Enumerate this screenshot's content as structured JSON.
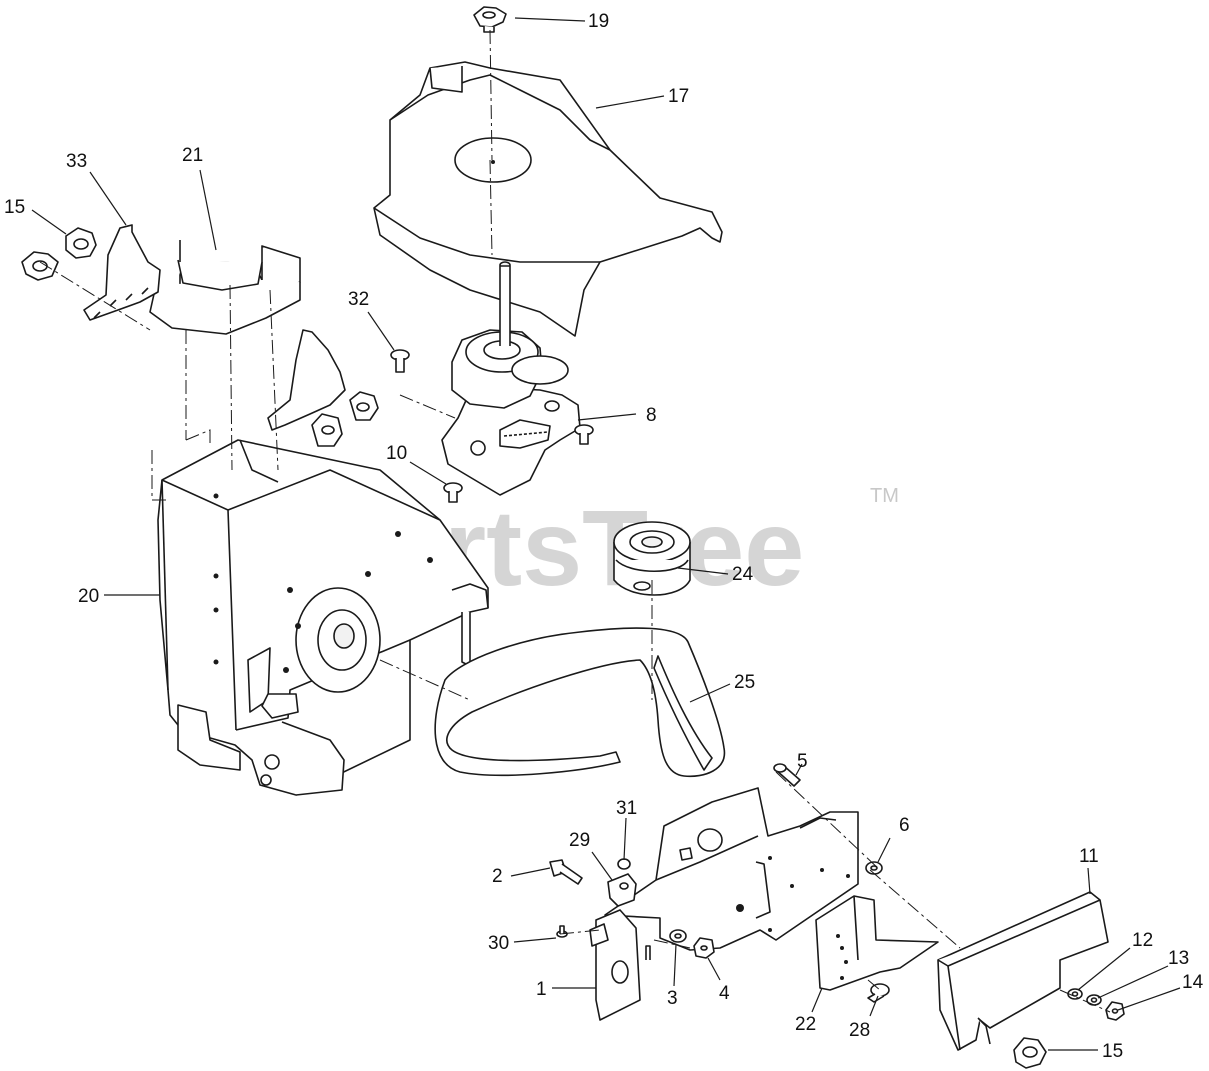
{
  "watermark": {
    "text": "PartsTree",
    "trademark": "TM"
  },
  "callouts": {
    "c1": "1",
    "c2": "2",
    "c3": "3",
    "c4": "4",
    "c5": "5",
    "c6": "6",
    "c8": "8",
    "c10": "10",
    "c11": "11",
    "c12": "12",
    "c13": "13",
    "c14": "14",
    "c15a": "15",
    "c15b": "15",
    "c17": "17",
    "c19": "19",
    "c20": "20",
    "c21": "21",
    "c22": "22",
    "c24": "24",
    "c25": "25",
    "c28": "28",
    "c29": "29",
    "c30": "30",
    "c31": "31",
    "c32": "32",
    "c33": "33"
  }
}
